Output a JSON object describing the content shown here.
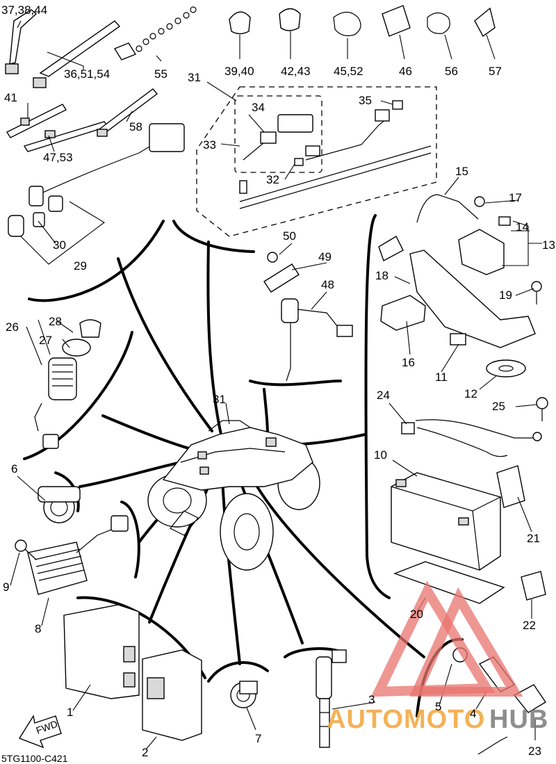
{
  "figure_code": "5TG1100-C421",
  "fwd_label": "FWD",
  "watermark": {
    "part1": "AUTOMOTO",
    "part2": "HUB",
    "color1": "#f1a53a",
    "color2": "#7a7a7a",
    "triangle_color": "#e8736e"
  },
  "callouts": {
    "c1": "1",
    "c2": "2",
    "c3": "3",
    "c4": "4",
    "c5": "5",
    "c6": "6",
    "c7": "7",
    "c8": "8",
    "c9": "9",
    "c10": "10",
    "c11": "11",
    "c12": "12",
    "c13": "13",
    "c14": "14",
    "c15": "15",
    "c16": "16",
    "c17": "17",
    "c18": "18",
    "c19": "19",
    "c20": "20",
    "c21": "21",
    "c22": "22",
    "c23": "23",
    "c24": "24",
    "c25": "25",
    "c26": "26",
    "c27": "27",
    "c28": "28",
    "c29": "29",
    "c30": "30",
    "c31a": "31",
    "c31b": "31",
    "c32": "32",
    "c33": "33",
    "c34": "34",
    "c35": "35",
    "c36": "36,51,54",
    "c37": "37,38,44",
    "c39": "39,40",
    "c41": "41",
    "c42": "42,43",
    "c45": "45,52",
    "c46": "46",
    "c47": "47,53",
    "c48": "48",
    "c49": "49",
    "c50": "50",
    "c55": "55",
    "c56": "56",
    "c57": "57",
    "c58": "58"
  }
}
